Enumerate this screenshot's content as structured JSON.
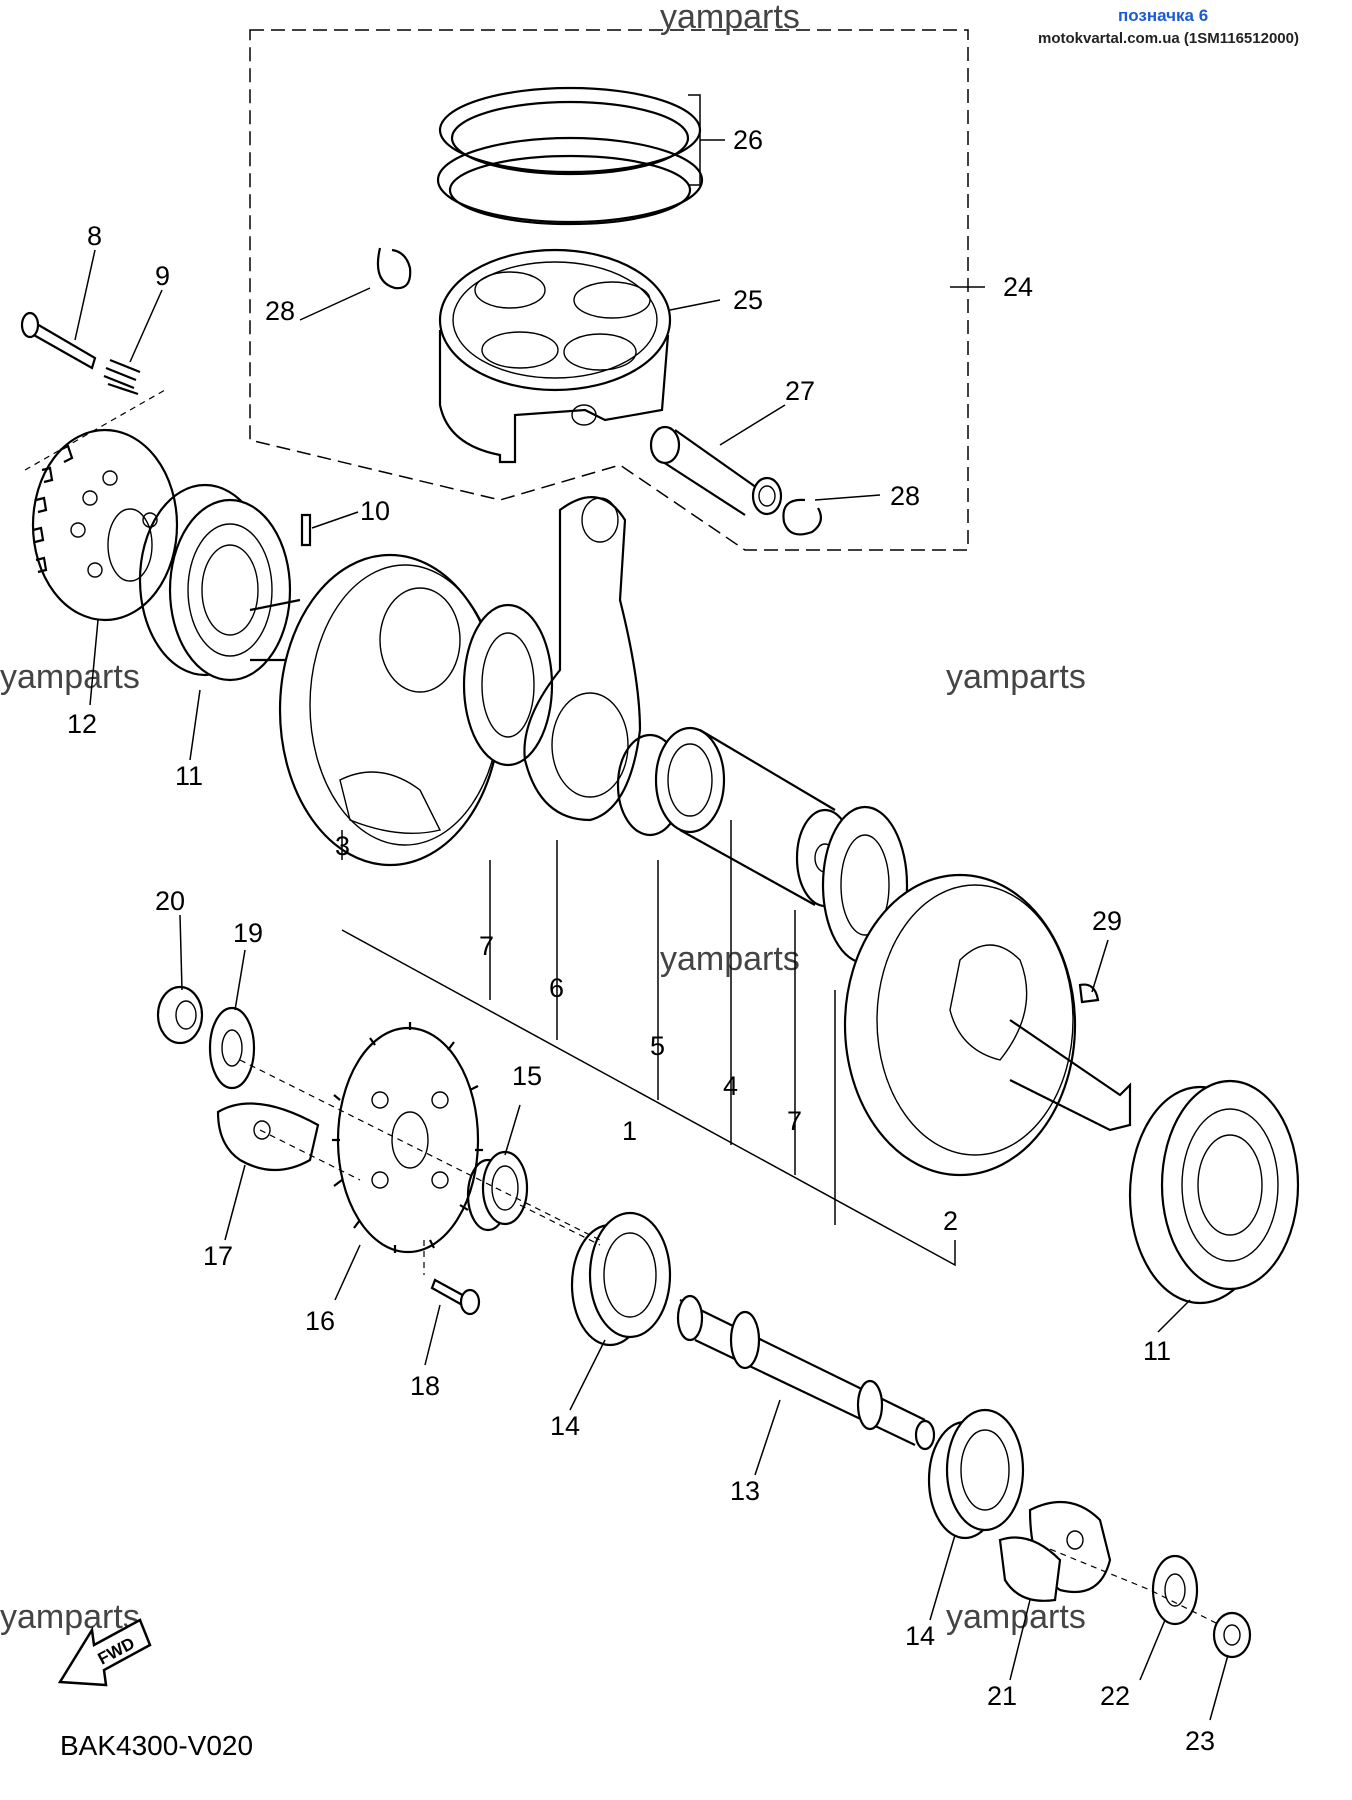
{
  "header": {
    "title": "позначка 6",
    "source": "motokvartal.com.ua (1SM116512000)"
  },
  "watermark": "yamparts",
  "diagram_code": "BAK4300-V020",
  "fwd_label": "FWD",
  "callouts": {
    "c1": "1",
    "c2": "2",
    "c3": "3",
    "c4": "4",
    "c5": "5",
    "c6": "6",
    "c7a": "7",
    "c7b": "7",
    "c8": "8",
    "c9": "9",
    "c10": "10",
    "c11a": "11",
    "c11b": "11",
    "c12": "12",
    "c13": "13",
    "c14a": "14",
    "c14b": "14",
    "c15": "15",
    "c16": "16",
    "c17": "17",
    "c18": "18",
    "c19": "19",
    "c20": "20",
    "c21": "21",
    "c22": "22",
    "c23": "23",
    "c24": "24",
    "c25": "25",
    "c26": "26",
    "c27": "27",
    "c28a": "28",
    "c28b": "28",
    "c29": "29"
  },
  "icons": {
    "fwd": "fwd-arrow-icon"
  }
}
